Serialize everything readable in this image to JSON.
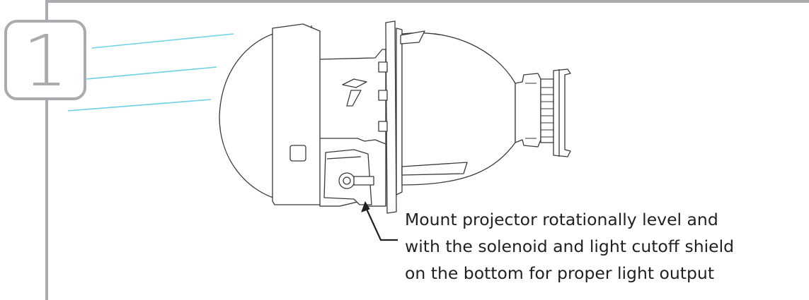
{
  "step": {
    "number": "1"
  },
  "instruction": {
    "lines": [
      "Mount projector rotationally level and",
      "with the solenoid and light cutoff shield",
      "on the bottom for proper light output"
    ]
  },
  "colors": {
    "frame": "#a9abae",
    "outline": "#3a3a3a",
    "light_rays": "#6fd0e3",
    "text": "#231f20"
  },
  "icons": [
    "projector-illustration",
    "light-ray-lines",
    "leader-arrow"
  ]
}
